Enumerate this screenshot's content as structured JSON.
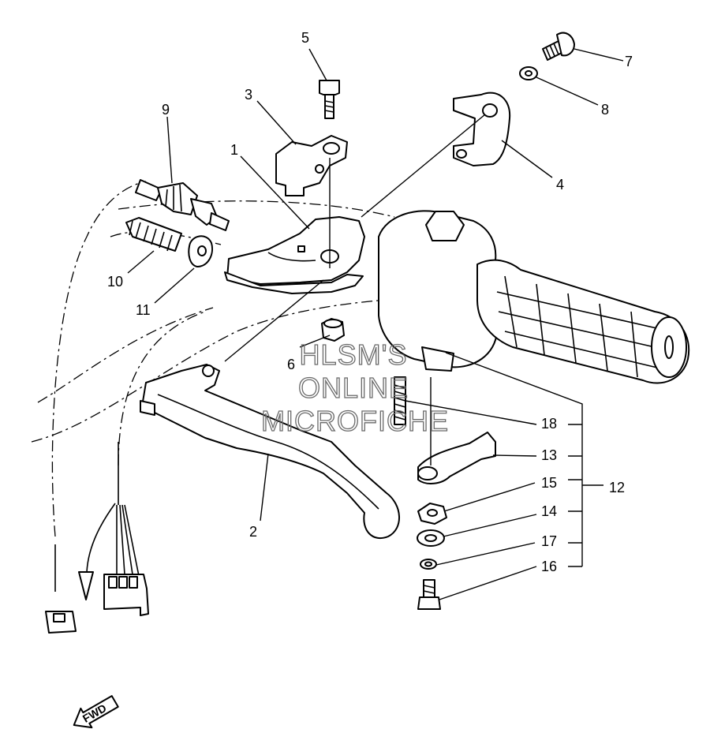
{
  "callouts": [
    {
      "id": "1",
      "label": "1"
    },
    {
      "id": "2",
      "label": "2"
    },
    {
      "id": "3",
      "label": "3"
    },
    {
      "id": "4",
      "label": "4"
    },
    {
      "id": "5",
      "label": "5"
    },
    {
      "id": "6",
      "label": "6"
    },
    {
      "id": "7",
      "label": "7"
    },
    {
      "id": "8",
      "label": "8"
    },
    {
      "id": "9",
      "label": "9"
    },
    {
      "id": "10",
      "label": "10"
    },
    {
      "id": "11",
      "label": "11"
    },
    {
      "id": "12",
      "label": "12"
    },
    {
      "id": "13",
      "label": "13"
    },
    {
      "id": "14",
      "label": "14"
    },
    {
      "id": "15",
      "label": "15"
    },
    {
      "id": "16",
      "label": "16"
    },
    {
      "id": "17",
      "label": "17"
    },
    {
      "id": "18",
      "label": "18"
    }
  ],
  "watermark": {
    "line1": "HLSM'S",
    "line2": "ONLINE",
    "line3": "MICROFICHE"
  },
  "direction_badge": "FWD"
}
